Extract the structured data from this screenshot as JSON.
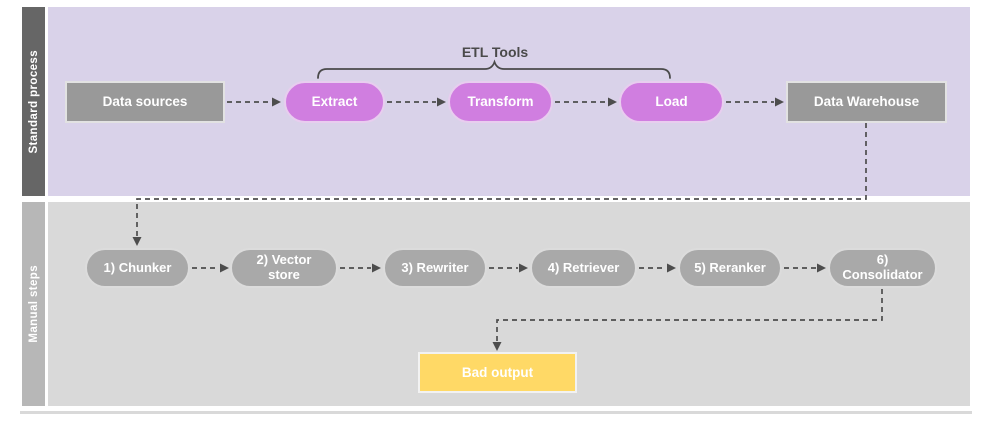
{
  "diagram": {
    "lanes": [
      {
        "label": "Standard process",
        "annotation": "ETL Tools",
        "nodes": [
          {
            "label": "Data sources",
            "shape": "rectangle",
            "color_role": "gray"
          },
          {
            "label": "Extract",
            "shape": "pill",
            "color_role": "pink"
          },
          {
            "label": "Transform",
            "shape": "pill",
            "color_role": "pink"
          },
          {
            "label": "Load",
            "shape": "pill",
            "color_role": "pink"
          },
          {
            "label": "Data Warehouse",
            "shape": "rectangle",
            "color_role": "gray"
          }
        ]
      },
      {
        "label": "Manual steps",
        "nodes": [
          {
            "label": "1) Chunker",
            "shape": "pill",
            "color_role": "gray"
          },
          {
            "label": "2) Vector store",
            "shape": "pill",
            "color_role": "gray"
          },
          {
            "label": "3) Rewriter",
            "shape": "pill",
            "color_role": "gray"
          },
          {
            "label": "4) Retriever",
            "shape": "pill",
            "color_role": "gray"
          },
          {
            "label": "5) Reranker",
            "shape": "pill",
            "color_role": "gray"
          },
          {
            "label": "6) Consolidator",
            "shape": "pill",
            "color_role": "gray"
          },
          {
            "label": "Bad output",
            "shape": "rectangle",
            "color_role": "yellow"
          }
        ]
      }
    ],
    "edges": [
      "Data sources -> Extract",
      "Extract -> Transform",
      "Transform -> Load",
      "Load -> Data Warehouse",
      "Data Warehouse -> 1) Chunker",
      "1) Chunker -> 2) Vector store",
      "2) Vector store -> 3) Rewriter",
      "3) Rewriter -> 4) Retriever",
      "4) Retriever -> 5) Reranker",
      "5) Reranker -> 6) Consolidator",
      "6) Consolidator -> Bad output"
    ]
  },
  "colors": {
    "lane1_bg": "#d9d2e9",
    "lane1_label_bg": "#666666",
    "lane2_bg": "#d9d9d9",
    "lane2_label_bg": "#b7b7b7",
    "gray_node": "#999999",
    "gray_pill": "#a9a9a9",
    "pink_pill": "#d07ee0",
    "yellow_node": "#ffd966",
    "connector": "#4d4d4d"
  }
}
